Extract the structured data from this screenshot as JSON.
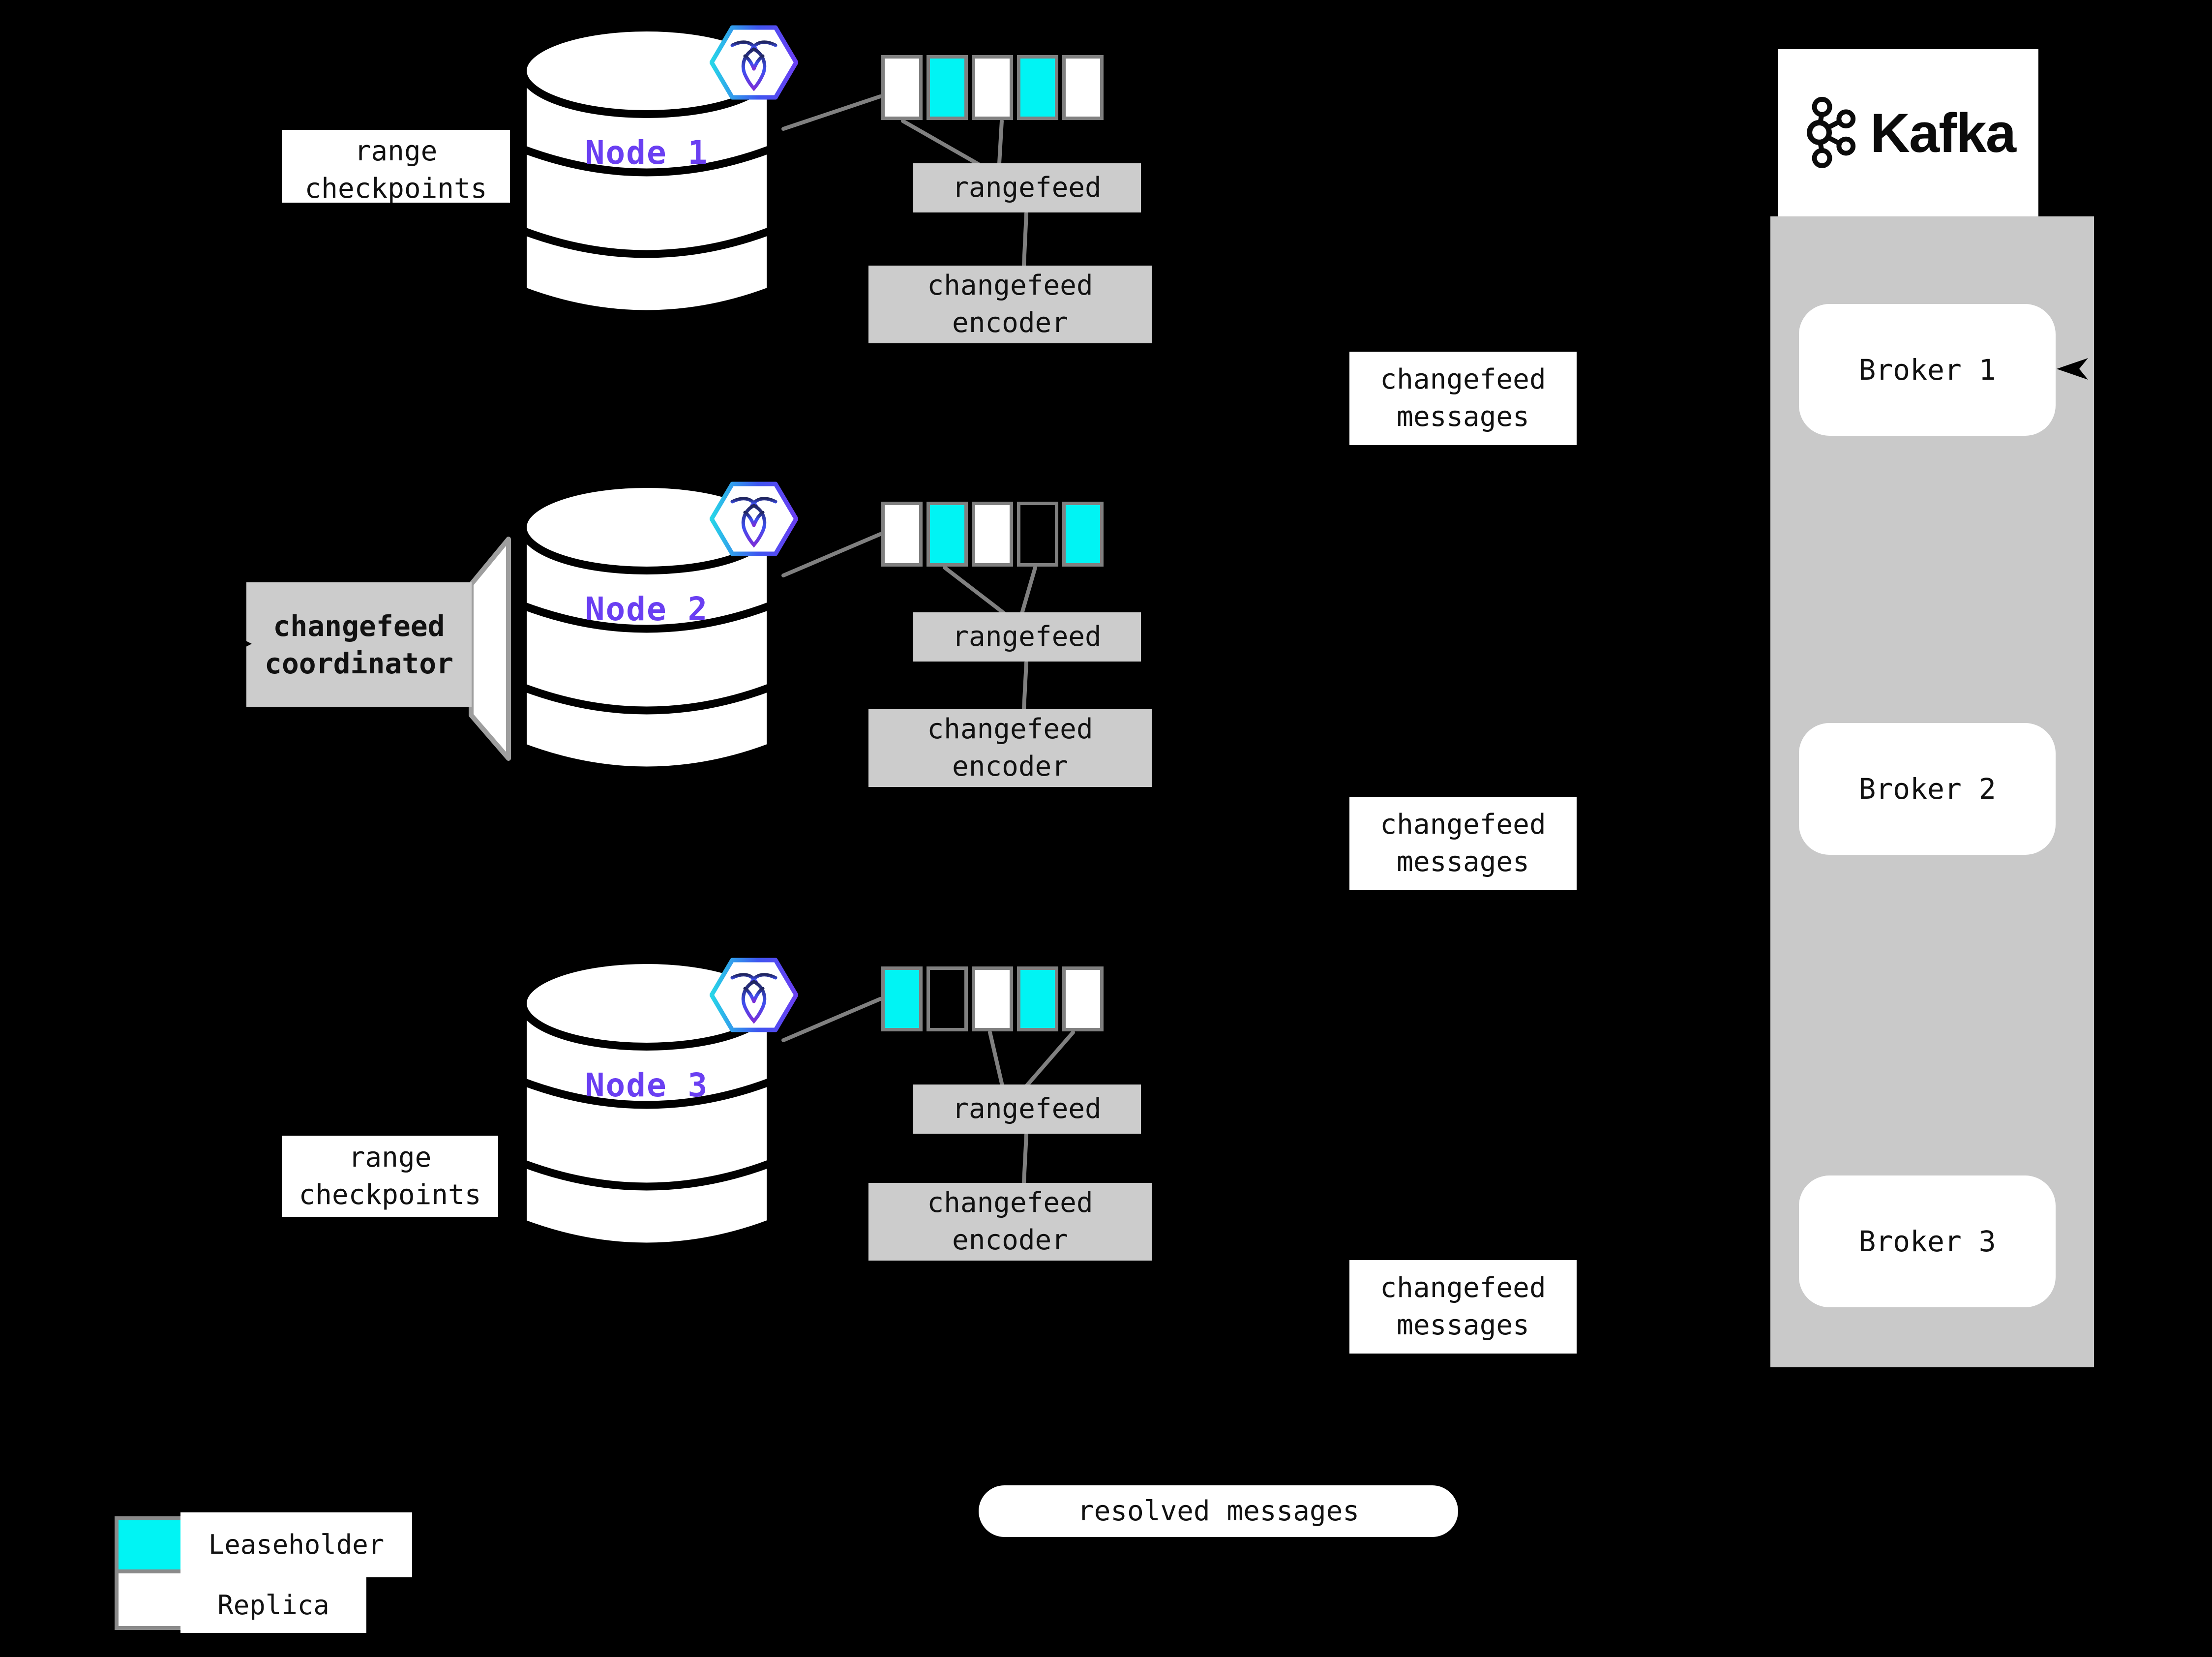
{
  "nodes": [
    {
      "name": "Node 1",
      "range_cells": [
        "replica",
        "leaseholder",
        "replica",
        "leaseholder",
        "replica"
      ]
    },
    {
      "name": "Node 2",
      "range_cells": [
        "replica",
        "leaseholder",
        "replica",
        "empty",
        "leaseholder"
      ]
    },
    {
      "name": "Node 3",
      "range_cells": [
        "leaseholder",
        "empty",
        "replica",
        "leaseholder",
        "replica"
      ]
    }
  ],
  "labels": {
    "range_checkpoints": "range checkpoints",
    "rangefeed": "rangefeed",
    "changefeed_encoder": "changefeed encoder",
    "changefeed_messages": "changefeed messages",
    "changefeed_coordinator": "changefeed coordinator",
    "resolved_messages": "resolved messages"
  },
  "kafka": {
    "wordmark": "Kafka",
    "brokers": [
      {
        "label": "Broker 1"
      },
      {
        "label": "Broker 2"
      },
      {
        "label": "Broker 3"
      }
    ]
  },
  "legend": {
    "items": [
      {
        "type": "leaseholder",
        "label": "Leaseholder"
      },
      {
        "type": "replica",
        "label": "Replica"
      }
    ]
  },
  "icons": {
    "node_badge": "cockroachdb-logo",
    "kafka_logo": "kafka-logo"
  },
  "colors": {
    "background": "#000000",
    "leaseholder": "#00f4f4",
    "replica": "#ffffff",
    "node_label": "#6a3ff2",
    "box_gray": "#cccccc",
    "container_gray": "#c9c9c9",
    "connector_gray": "#808080"
  }
}
